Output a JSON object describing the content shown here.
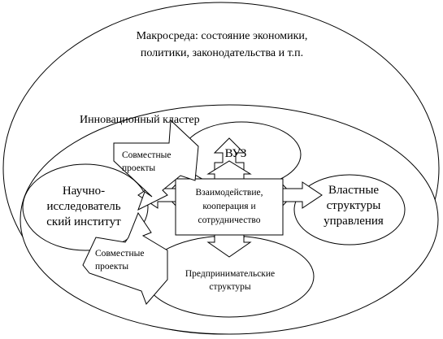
{
  "macro": {
    "line1": "Макросреда: состояние экономики,",
    "line2": "политики, законодательства и т.п."
  },
  "cluster": {
    "title": "Инновационный кластер"
  },
  "nodes": {
    "vuz": "ВУЗ",
    "institute": {
      "line1": "Научно-",
      "line2": "исследователь",
      "line3": "ский институт"
    },
    "authorities": {
      "line1": "Властные",
      "line2": "структуры",
      "line3": "управления"
    },
    "business": {
      "line1": "Предпринимательские",
      "line2": "структуры"
    }
  },
  "center": {
    "line1": "Взаимодействие,",
    "line2": "кооперация и",
    "line3": "сотрудничество"
  },
  "projects_top": {
    "line1": "Совместные",
    "line2": "проекты"
  },
  "projects_bottom": {
    "line1": "Совместные",
    "line2": "проекты"
  },
  "colors": {
    "stroke": "#000000",
    "fill": "#ffffff"
  }
}
